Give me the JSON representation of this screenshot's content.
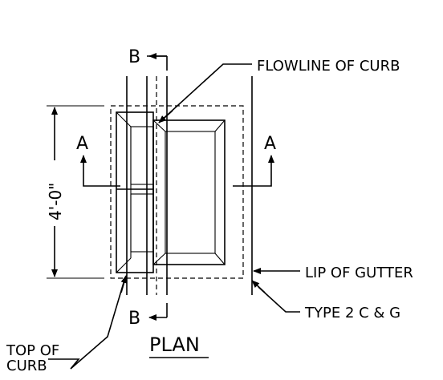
{
  "drawing": {
    "title": "PLAN",
    "section_cut_labels": {
      "b_top": "B",
      "b_bottom": "B",
      "a_left": "A",
      "a_right": "A"
    },
    "dimension": {
      "height_label": "4'-0\""
    },
    "callouts": {
      "flowline": "FLOWLINE OF CURB",
      "lip_of_gutter": "LIP OF GUTTER",
      "type": "TYPE 2 C & G",
      "top_of_curb_line1": "TOP OF",
      "top_of_curb_line2": "CURB"
    }
  }
}
